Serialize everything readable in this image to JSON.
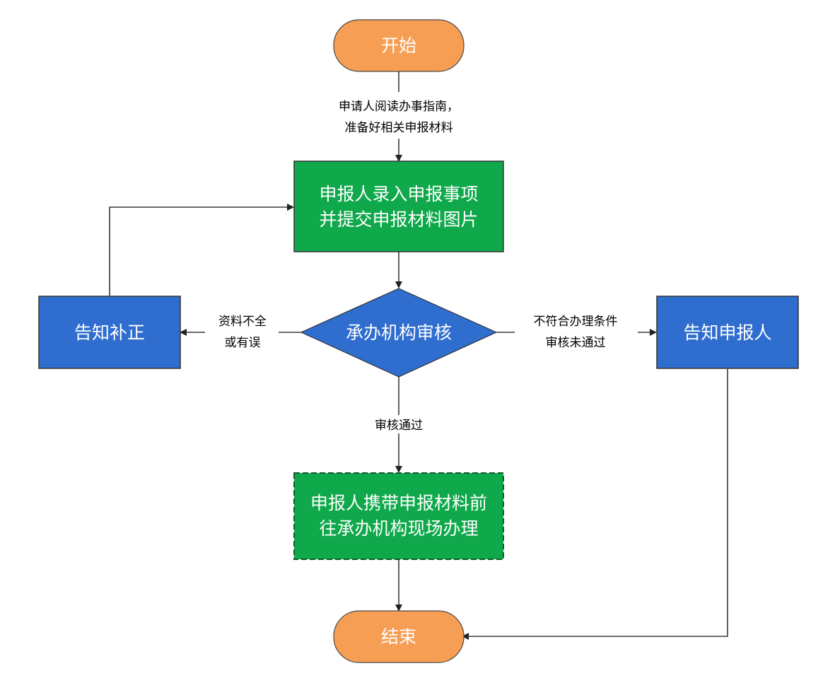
{
  "nodes": {
    "start": "开始",
    "submit": [
      "申报人录入申报事项",
      "并提交申报材料图片"
    ],
    "review": "承办机构审核",
    "correct": "告知补正",
    "notify": "告知申报人",
    "onsite": [
      "申报人携带申报材料前",
      "往承办机构现场办理"
    ],
    "end": "结束"
  },
  "edges": {
    "start_to_submit": [
      "申请人阅读办事指南，",
      "准备好相关申报材料"
    ],
    "review_to_correct": [
      "资料不全",
      "或有误"
    ],
    "review_to_notify": [
      "不符合办理条件",
      "审核未通过"
    ],
    "review_to_onsite": "审核通过"
  },
  "colors": {
    "terminal": "#F79E55",
    "process_green": "#0FA84A",
    "process_blue": "#2F6DCF",
    "decision": "#2F6DCF"
  }
}
